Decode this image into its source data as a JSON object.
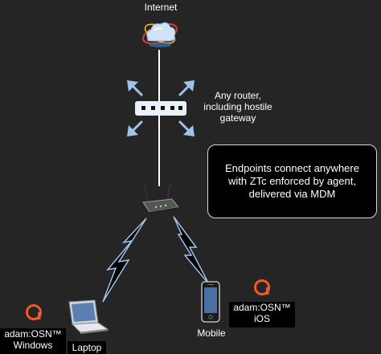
{
  "nodes": {
    "internet": {
      "label": "Internet"
    },
    "router": {
      "label_lines": [
        "Any router,",
        "including hostile",
        "gateway"
      ]
    },
    "laptop": {
      "label": "Laptop"
    },
    "mobile": {
      "label": "Mobile"
    }
  },
  "agents": {
    "windows": {
      "name": "adam:OSN™",
      "platform": "Windows"
    },
    "ios": {
      "name": "adam:OSN™",
      "platform": "iOS"
    }
  },
  "callout": {
    "lines": [
      "Endpoints connect anywhere",
      "with ZTc enforced by agent,",
      "delivered via MDM"
    ]
  },
  "colors": {
    "background": "#252525",
    "accent": "#f15a22",
    "line": "#ffffff",
    "icon_blue": "#9fc4e8"
  }
}
